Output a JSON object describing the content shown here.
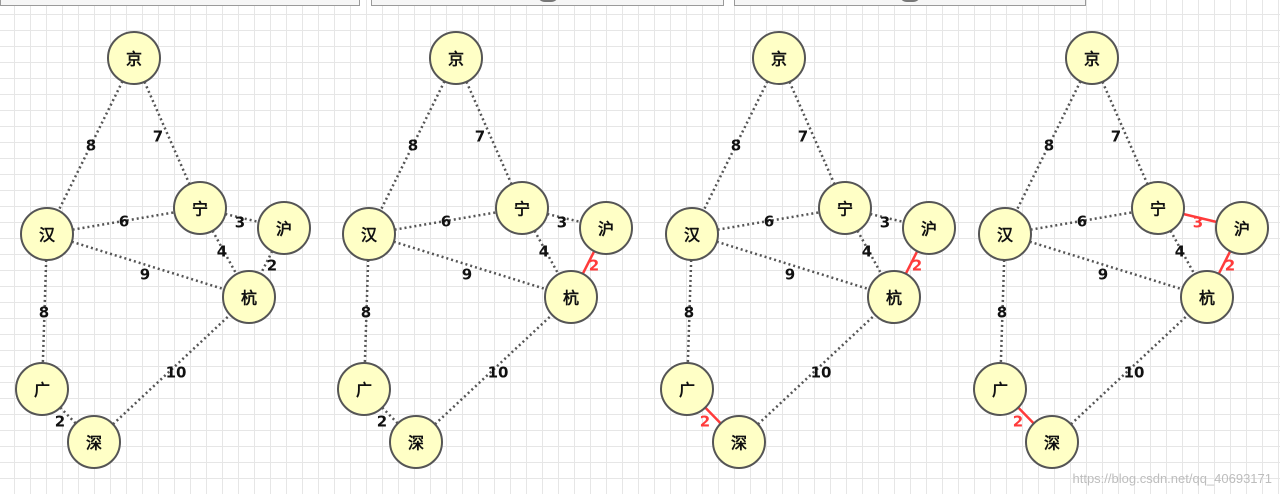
{
  "colors": {
    "node_fill": "#ffffc6",
    "node_stroke": "#555555",
    "edge_default": "#555555",
    "label_default": "#111111",
    "highlight": "#ff3b3b"
  },
  "nodes": [
    {
      "id": "jing",
      "label": "京"
    },
    {
      "id": "han",
      "label": "汉"
    },
    {
      "id": "ning",
      "label": "宁"
    },
    {
      "id": "hu",
      "label": "沪"
    },
    {
      "id": "hang",
      "label": "杭"
    },
    {
      "id": "guang",
      "label": "广"
    },
    {
      "id": "shen",
      "label": "深"
    }
  ],
  "edges": [
    {
      "id": "jing-han",
      "from": "jing",
      "to": "han",
      "weight": "8"
    },
    {
      "id": "jing-ning",
      "from": "jing",
      "to": "ning",
      "weight": "7"
    },
    {
      "id": "han-ning",
      "from": "han",
      "to": "ning",
      "weight": "6"
    },
    {
      "id": "ning-hu",
      "from": "ning",
      "to": "hu",
      "weight": "3"
    },
    {
      "id": "ning-hang",
      "from": "ning",
      "to": "hang",
      "weight": "4"
    },
    {
      "id": "hu-hang",
      "from": "hu",
      "to": "hang",
      "weight": "2"
    },
    {
      "id": "han-hang",
      "from": "han",
      "to": "hang",
      "weight": "9"
    },
    {
      "id": "han-guang",
      "from": "han",
      "to": "guang",
      "weight": "8"
    },
    {
      "id": "guang-shen",
      "from": "guang",
      "to": "shen",
      "weight": "2"
    },
    {
      "id": "shen-hang",
      "from": "shen",
      "to": "hang",
      "weight": "10"
    }
  ],
  "panels": [
    {
      "name": "step-0",
      "highlighted_edges": []
    },
    {
      "name": "step-1",
      "highlighted_edges": [
        "hu-hang"
      ]
    },
    {
      "name": "step-2",
      "highlighted_edges": [
        "hu-hang",
        "guang-shen"
      ]
    },
    {
      "name": "step-3",
      "highlighted_edges": [
        "hu-hang",
        "guang-shen",
        "ning-hu"
      ]
    }
  ],
  "watermark": "https://blog.csdn.net/qq_40693171"
}
